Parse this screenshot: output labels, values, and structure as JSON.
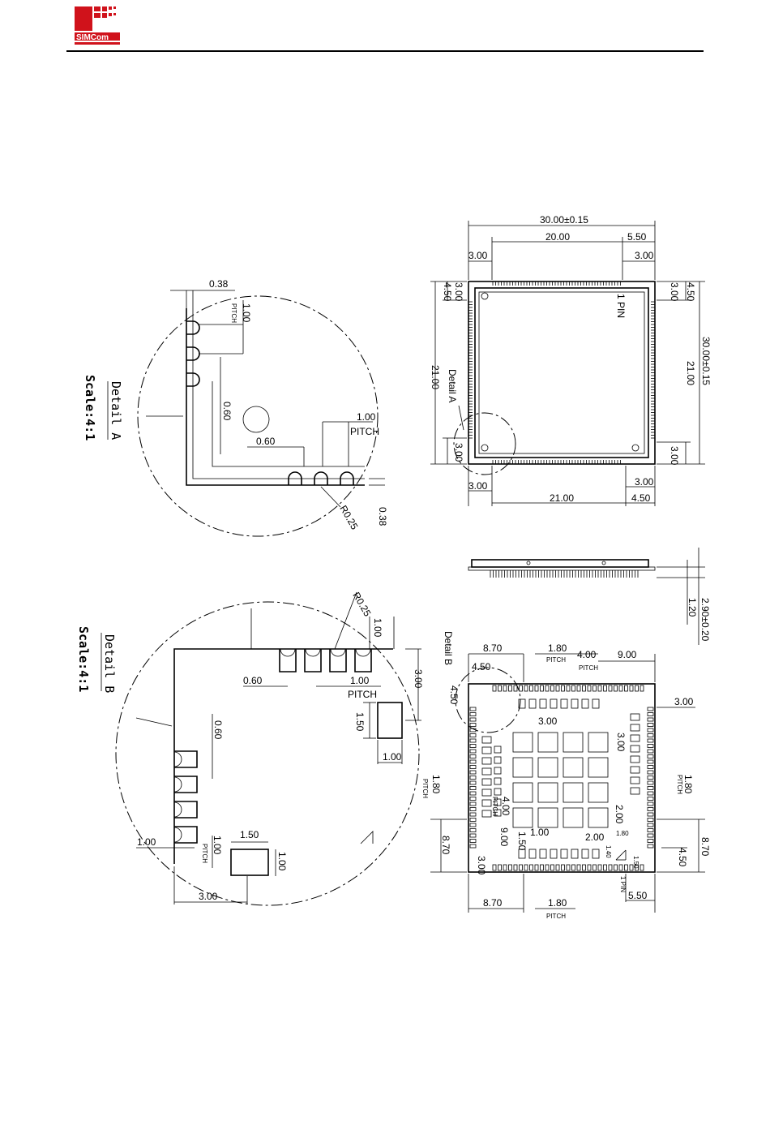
{
  "header": {
    "brand_colors": {
      "logo_red": "#d0121b"
    },
    "logo_icon": "simcom-logo-icon"
  },
  "drawing": {
    "top_view": {
      "overall_width": "30.00±0.15",
      "overall_height": "30.00±0.15",
      "top_span": "20.00",
      "top_right": "5.50",
      "top_right_inner": "3.00",
      "top_left": "3.00",
      "left_top": "3.00",
      "left_top_outer": "4.50",
      "right_top": "3.00",
      "right_top_outer": "4.50",
      "left_span": "21.00",
      "right_span": "21.00",
      "left_bottom": "3.00",
      "right_bottom": "3.00",
      "bottom_left": "3.00",
      "bottom_span": "21.00",
      "bottom_right_inner": "3.00",
      "bottom_right": "4.50",
      "pin_label": "1 PIN",
      "detail_callout": "Detail A"
    },
    "side_view": {
      "total_height": "2.90±0.20",
      "board_height": "1.20"
    },
    "bottom_view": {
      "detail_callout": "Detail B",
      "top_left": "8.70",
      "top_pitch": "1.80",
      "top_pitch_label": "PITCH",
      "top_mid": "4.00",
      "top_mid_pitch": "PITCH",
      "top_right": "9.00",
      "corner_inner": "4.50",
      "corner_side": "4.50",
      "right_top": "3.00",
      "center_pitch": "3.00",
      "center_side": "3.00",
      "left_pitch": "1.80",
      "left_pitch_label": "PITCH",
      "right_pitch": "1.80",
      "right_pitch_label": "PITCH",
      "inner_v1": "4.00",
      "inner_v1_pitch": "PITCH",
      "inner_v2": "9.00",
      "inner_v3": "1.50",
      "inner_h1": "1.00",
      "inner_h2": "2.00",
      "inner_h3": "2.00",
      "inner_h4": "1.80",
      "inner_v4": "1.40",
      "inner_v5": "1.50",
      "left_span": "8.70",
      "left_bottom": "3.00",
      "right_span": "8.70",
      "right_bottom": "4.50",
      "pin_label": "1 PIN",
      "bottom_left": "8.70",
      "bottom_pitch": "1.80",
      "bottom_pitch_label": "PITCH",
      "bottom_right": "5.50"
    },
    "detail_a": {
      "title": "Detail A",
      "scale": "Scale:4:1",
      "d1": "0.38",
      "d2": "1.00",
      "d2_pitch": "PITCH",
      "d3": "0.60",
      "d4": "1.00",
      "d4_pitch": "PITCH",
      "d5": "0.60",
      "d6": "0.38",
      "radius": "R0.25"
    },
    "detail_b": {
      "title": "Detail B",
      "scale": "Scale:4:1",
      "radius": "R0.25",
      "d1": "1.00",
      "d2": "0.60",
      "d3": "1.00",
      "d3_pitch": "PITCH",
      "d4": "3.00",
      "d5": "1.50",
      "d6": "1.00",
      "d7": "0.60",
      "d8": "1.50",
      "d9": "1.00",
      "d9_pitch": "PITCH",
      "d10": "1.00",
      "d11": "1.00",
      "d12": "3.00"
    }
  }
}
